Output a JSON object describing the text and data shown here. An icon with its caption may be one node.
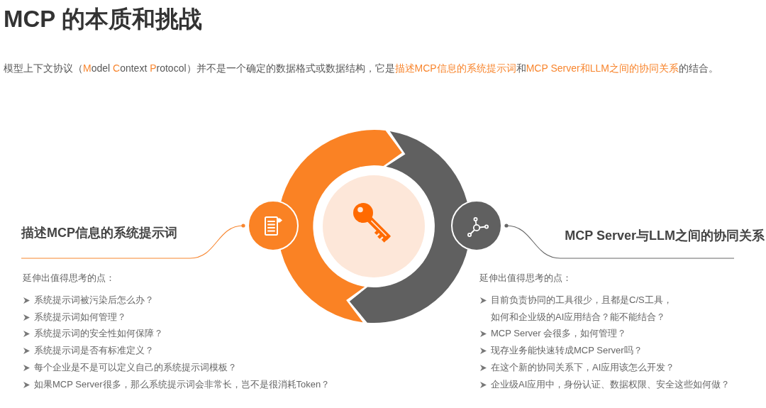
{
  "diagram": {
    "title": "MCP 的本质和挑战",
    "nodes": [
      {
        "text": [
          "描述MCP信息的系统提示词"
        ]
      },
      {
        "text": [],
        "shape": "circle"
      },
      {
        "text": [],
        "shape": "circle"
      },
      {
        "text": [],
        "shape": "circle"
      },
      {
        "text": [
          "MCP Server与LLM之间的协同关系"
        ]
      }
    ],
    "edges": [
      {
        "from": 0,
        "to": 1,
        "arrow": "other",
        "color": "#f8862f"
      },
      {
        "from": 4,
        "to": 3,
        "arrow": "other",
        "color": "#666666"
      }
    ],
    "labels": [
      "模型上下文协议（**M**odel **C**ontext **P**rotocol）并不是一个确定的数据格式或数据结构，它是**描述MCP信息的系统提示词**和**MCP Server和LLM之间的协同关系**的结合。",
      "延伸出值得思考的点：",
      "系统提示词被污染后怎么办？",
      "系统提示词如何管理？",
      "系统提示词的安全性如何保障？",
      "系统提示词是否有标准定义？",
      "每个企业是不是可以定义自己的系统提示词模板？",
      "如果MCP Server很多，那么系统提示词会非常长，岂不是很消耗Token？",
      "延伸出值得思考的点：",
      "目前负责协同的工具很少，且都是C/S工具，如何和企业级的AI应用结合？能不能结合？",
      "MCP Server 会很多，如何管理？",
      "现存业务能快速转成MCP Server吗？",
      "在这个新的协同关系下，AI应用该怎么开发？",
      "企业级AI应用中，身份认证、数据权限、安全这些如何做？"
    ]
  }
}
